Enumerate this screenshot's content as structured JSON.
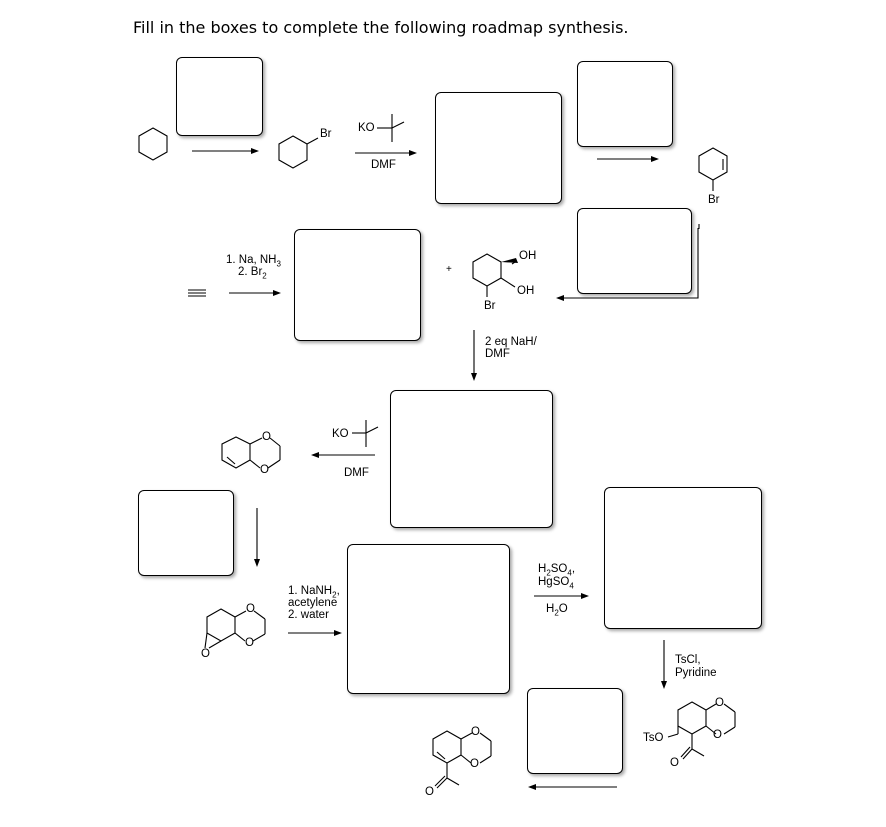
{
  "page": {
    "title": "Fill in the boxes to complete the following roadmap synthesis."
  },
  "labels": {
    "br_bromocyclohexane": "Br",
    "kotbu_1_ko": "KO",
    "dmf_1": "DMF",
    "br_bromocyclohexene": "Br",
    "step_na_nh3_line1": "1. Na, NH",
    "step_na_nh3_sub": "3",
    "step_br2_line2": "2. Br",
    "step_br2_sub": "2",
    "plus": "+",
    "oh_top": "OH",
    "oh_bottom": "OH",
    "br_diol": "Br",
    "nah_line1": "2 eq NaH/",
    "nah_line2": "DMF",
    "kotbu_2_ko": "KO",
    "dmf_2": "DMF",
    "epoxide_o": "O",
    "nanh2_line1": "1. NaNH",
    "nanh2_sub": "2",
    "nanh2_comma": ",",
    "nanh2_line2": "acetylene",
    "nanh2_line3": "2. water",
    "h2so4_h": "H",
    "h2so4_sub2": "2",
    "h2so4_so": "SO",
    "h2so4_sub4": "4",
    "h2so4_comma": ",",
    "hgso4_hgso": "HgSO",
    "hgso4_sub4": "4",
    "h2o_h": "H",
    "h2o_sub2": "2",
    "h2o_o": "O",
    "tscl_line1": "TsCl,",
    "tscl_line2": "Pyridine",
    "tso": "TsO",
    "ring_o": "O",
    "ketone_o": "O"
  }
}
